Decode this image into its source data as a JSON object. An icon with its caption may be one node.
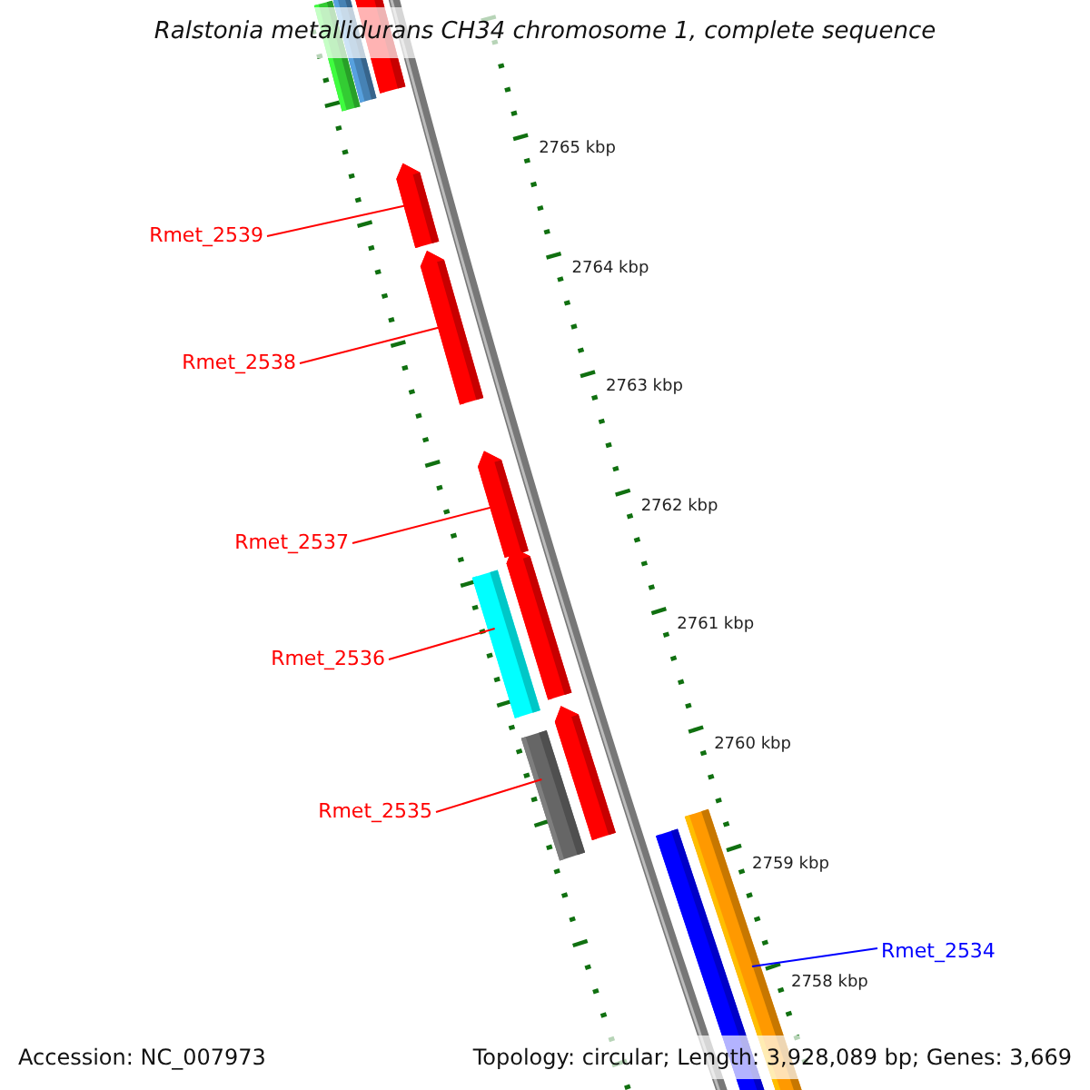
{
  "diagram": {
    "title": "Ralstonia metallidurans CH34 chromosome 1, complete sequence",
    "nodes": [
      {
        "text": [],
        "shape": "bar"
      },
      {
        "text": [],
        "shape": "bar"
      },
      {
        "text": [],
        "shape": "bar"
      },
      {
        "text": [
          "Rmet_2539"
        ]
      },
      {
        "text": [],
        "shape": "bar"
      },
      {
        "text": [
          "Rmet_2538"
        ]
      },
      {
        "text": [],
        "shape": "bar"
      },
      {
        "text": [
          "Rmet_2537"
        ]
      },
      {
        "text": [],
        "shape": "bar"
      },
      {
        "text": [],
        "shape": "bar"
      },
      {
        "text": [],
        "shape": "bar"
      },
      {
        "text": [
          "Rmet_2536"
        ]
      },
      {
        "text": [],
        "shape": "bar"
      },
      {
        "text": [],
        "shape": "bar"
      },
      {
        "text": [
          "Rmet_2535"
        ]
      },
      {
        "text": [],
        "shape": "bar"
      },
      {
        "text": [],
        "shape": "bar"
      },
      {
        "text": [
          "Rmet_2534"
        ]
      }
    ],
    "edges": [
      {
        "from": 3,
        "to": 4,
        "arrow": "none"
      },
      {
        "from": 5,
        "to": 6,
        "arrow": "none"
      },
      {
        "from": 7,
        "to": 8,
        "arrow": "none"
      },
      {
        "from": 11,
        "to": 9,
        "arrow": "none"
      },
      {
        "from": 14,
        "to": 12,
        "arrow": "none"
      },
      {
        "from": 17,
        "to": 15,
        "arrow": "none",
        "color": "#0000ff"
      }
    ],
    "labels": [
      "2765 kbp",
      "2764 kbp",
      "2763 kbp",
      "2762 kbp",
      "2761 kbp",
      "2760 kbp",
      "2759 kbp",
      "2758 kbp",
      "Accession: NC_007973",
      "Topology: circular; Length: 3,928,089 bp; Genes: 3,669"
    ]
  }
}
